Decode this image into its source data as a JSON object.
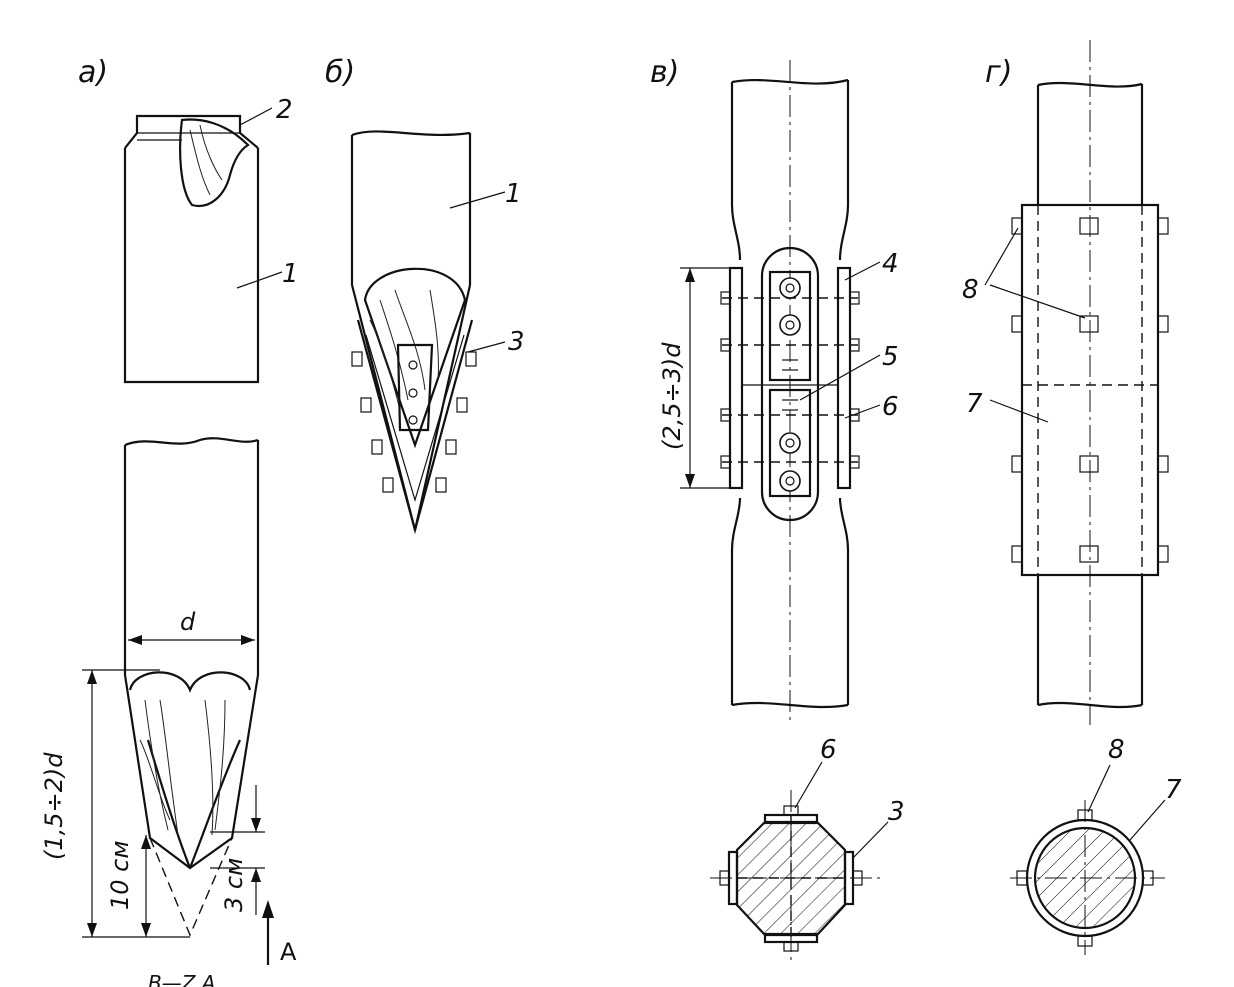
{
  "panel_labels": {
    "a": "а)",
    "b": "б)",
    "v": "в)",
    "g": "г)"
  },
  "callouts": {
    "n1_top": "1",
    "n2": "2",
    "n1_b": "1",
    "n3_b": "3",
    "n4": "4",
    "n5": "5",
    "n6": "6",
    "n7": "7",
    "n8": "8",
    "n6_section": "6",
    "n3_section": "3",
    "n8_section": "8",
    "n7_section": "7"
  },
  "dimensions": {
    "d": "d",
    "tip_length": "(1,5÷2)d",
    "ten_cm": "10 см",
    "three_cm": "3 см",
    "arrow_a": "A",
    "joint_length": "(2,5÷3)d"
  },
  "caption_fragment": "В—Z А"
}
